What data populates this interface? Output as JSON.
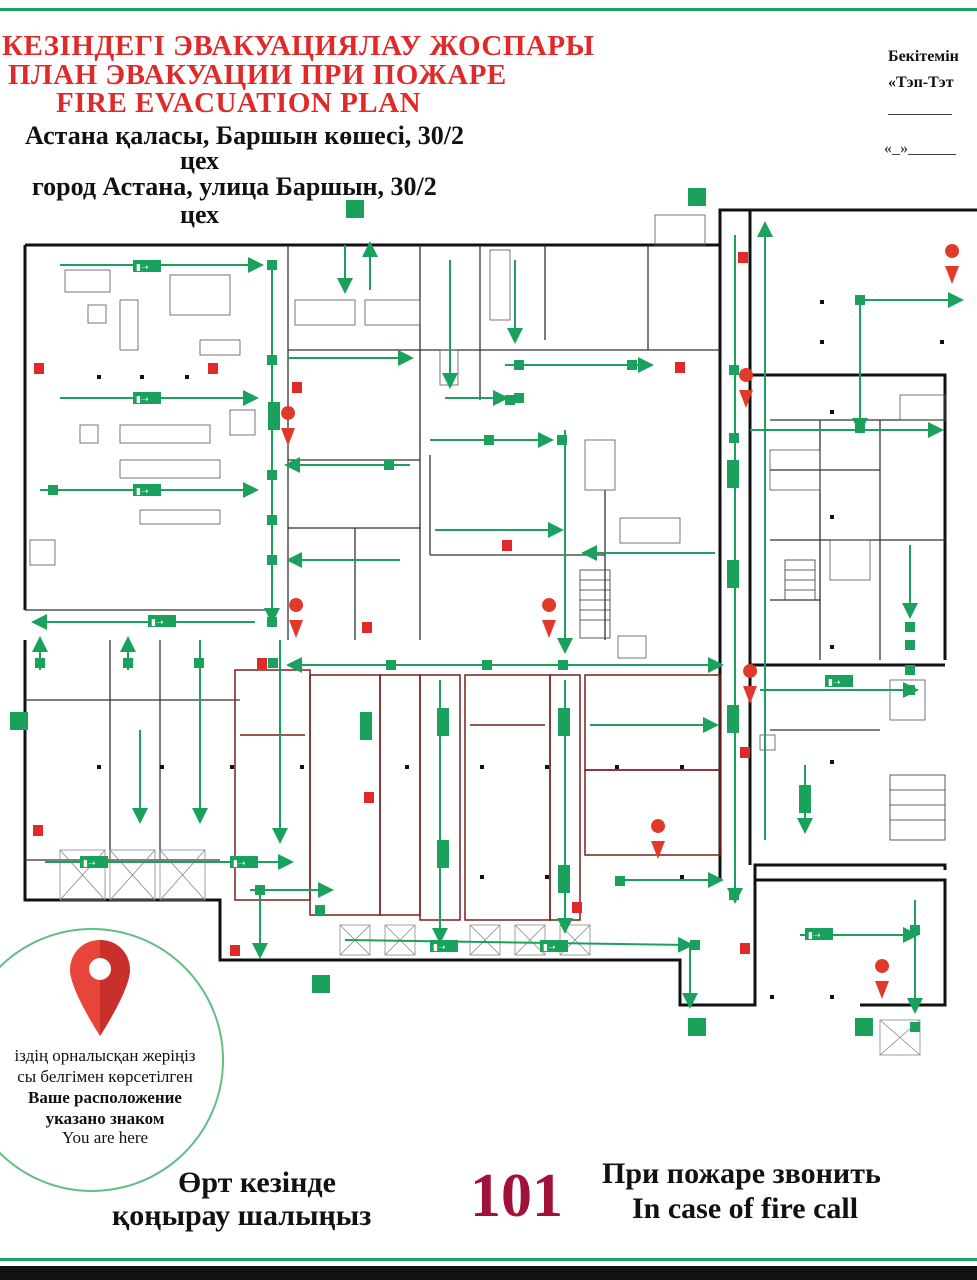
{
  "header": {
    "title_kz": "КЕЗІНДЕГІ ЭВАКУАЦИЯЛАУ ЖОСПАРЫ",
    "title_ru": "ПЛАН ЭВАКУАЦИИ ПРИ ПОЖАРЕ",
    "title_en": "FIRE EVACUATION PLAN",
    "address_kz": "Астана қаласы, Баршын көшесі, 30/2",
    "address_kz_sub": "цех",
    "address_ru": "город Астана, улица Баршын, 30/2",
    "address_ru_sub": "цех"
  },
  "approval": {
    "line1": "Бекітемін",
    "line2": "«Тэп-Тэт",
    "line3": "________",
    "line4": "«_»______"
  },
  "legend": {
    "kz_line1": "іздің орналысқан жеріңіз",
    "kz_line2": "сы белгімен көрсетілген",
    "ru_line1": "Ваше расположение",
    "ru_line2": "указано знаком",
    "en": "You are here"
  },
  "footer": {
    "kz_line1": "Өрт кезінде",
    "kz_line2": "қоңырау шалыңыз",
    "number": "101",
    "ru_line": "При пожаре звонить",
    "en_line": "In case of fire call"
  },
  "colors": {
    "title_red": "#e02a2a",
    "route_green": "#1aa15c",
    "wall": "#111111",
    "inner_wall": "#7a1f1f",
    "pin_red": "#e03a2a",
    "number": "#a0123a"
  }
}
